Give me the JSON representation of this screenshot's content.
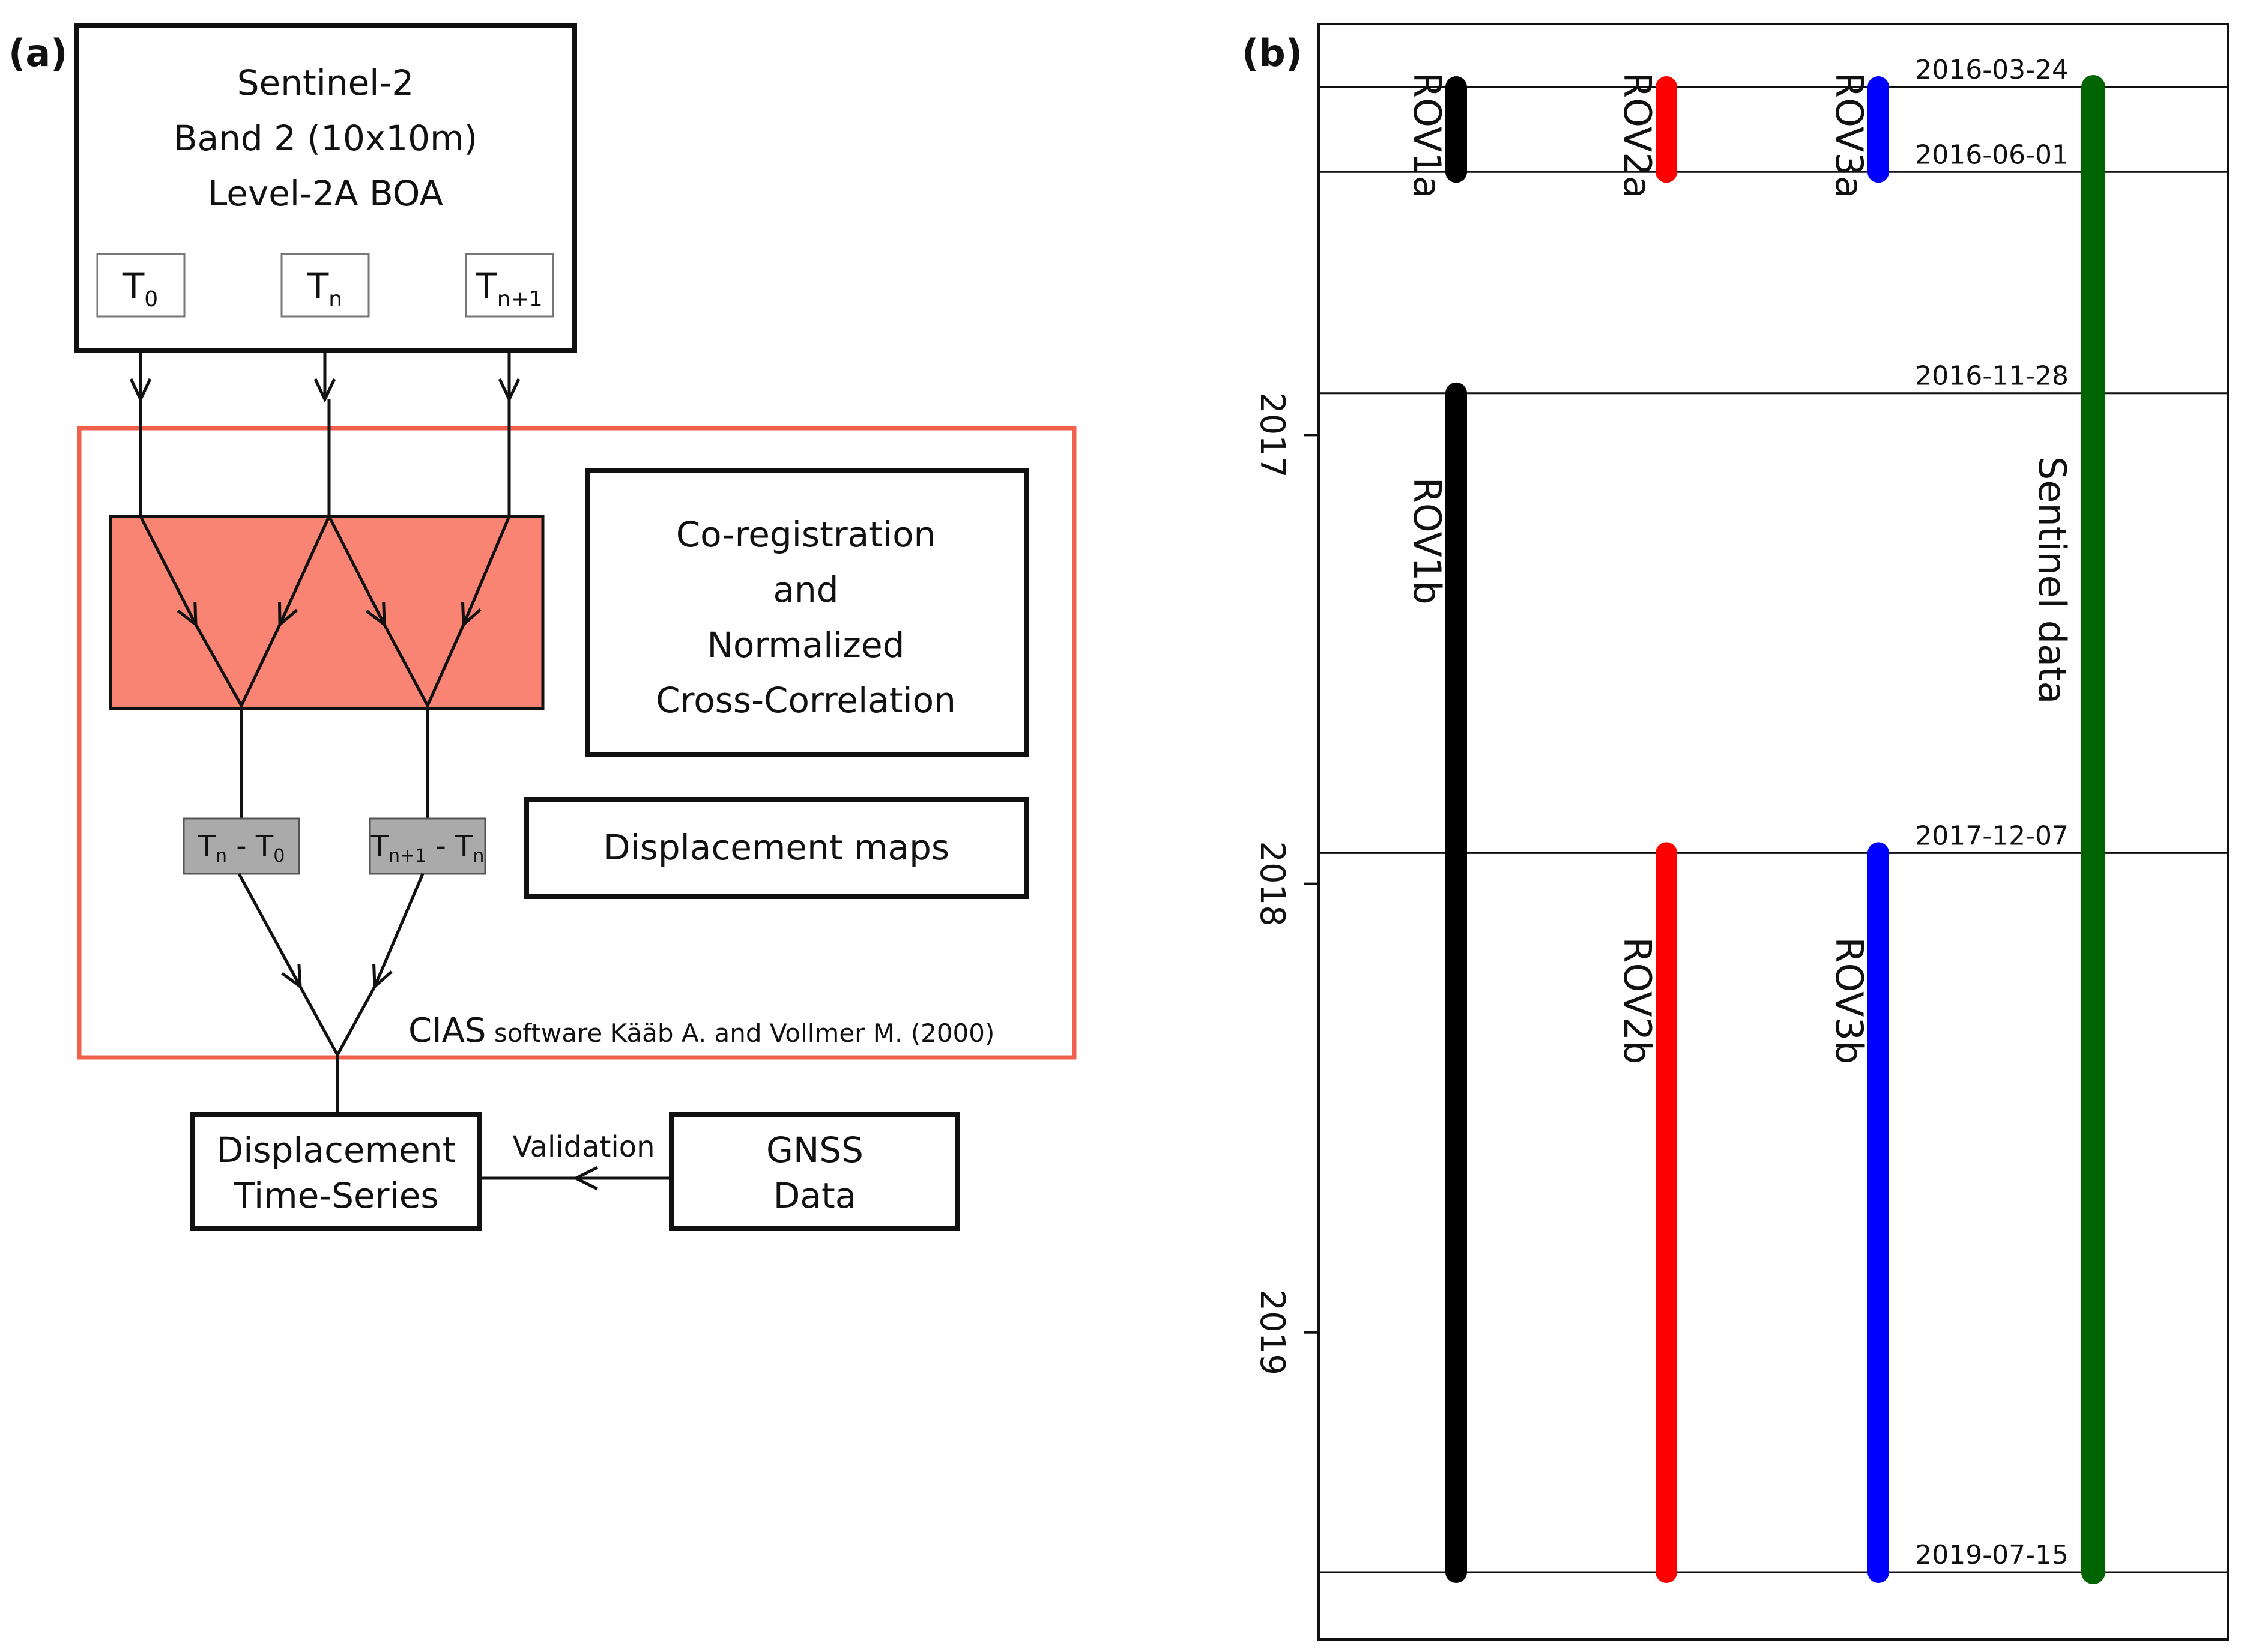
{
  "panel_a": {
    "label": "(a)",
    "source": {
      "lines": [
        "Sentinel-2",
        "Band 2 (10x10m)",
        "Level-2A BOA"
      ],
      "epochs": [
        {
          "base": "T",
          "sub": "0"
        },
        {
          "base": "T",
          "sub": "n"
        },
        {
          "base": "T",
          "sub": "n+1"
        }
      ]
    },
    "process_box": {
      "lines": [
        "Co-registration",
        "and",
        "Normalized",
        "Cross-Correlation"
      ]
    },
    "diff_1": {
      "base1": "T",
      "sub1": "n",
      "sep": " - ",
      "base2": "T",
      "sub2": "0"
    },
    "diff_2": {
      "base1": "T",
      "sub1": "n+1",
      "sep": " - ",
      "base2": "T",
      "sub2": "n"
    },
    "displacement_maps": "Displacement maps",
    "software_credit": {
      "name": "CIAS",
      "rest": " software Kääb A. and Vollmer M. (2000)"
    },
    "time_series": {
      "lines": [
        "Displacement",
        "Time-Series"
      ]
    },
    "validation_label": "Validation",
    "gnss": {
      "lines": [
        "GNSS",
        "Data"
      ]
    },
    "colors": {
      "frame": "#f0604a",
      "fill": "#fa8473",
      "diff_fill": "#aaaaaa"
    }
  },
  "panel_b": {
    "label": "(b)",
    "chart_data": {
      "type": "timeline",
      "y_axis": {
        "ticks": [
          "2017",
          "2018",
          "2019"
        ],
        "range": [
          "2016-02-08",
          "2019-09-01"
        ]
      },
      "reference_dates": [
        "2016-03-24",
        "2016-06-01",
        "2016-11-28",
        "2017-12-07",
        "2019-07-15"
      ],
      "bars": [
        {
          "name": "ROV1a",
          "start": "2016-03-24",
          "end": "2016-06-01",
          "color": "#000000",
          "column": 1
        },
        {
          "name": "ROV2a",
          "start": "2016-03-24",
          "end": "2016-06-01",
          "color": "#ff0000",
          "column": 2
        },
        {
          "name": "ROV3a",
          "start": "2016-03-24",
          "end": "2016-06-01",
          "color": "#0000ff",
          "column": 3
        },
        {
          "name": "ROV1b",
          "start": "2016-11-28",
          "end": "2019-07-15",
          "color": "#000000",
          "column": 1
        },
        {
          "name": "ROV2b",
          "start": "2017-12-07",
          "end": "2019-07-15",
          "color": "#ff0000",
          "column": 2
        },
        {
          "name": "ROV3b",
          "start": "2017-12-07",
          "end": "2019-07-15",
          "color": "#0000ff",
          "column": 3
        },
        {
          "name": "Sentinel data",
          "start": "2016-03-24",
          "end": "2019-07-15",
          "color": "#006400",
          "column": 4
        }
      ]
    }
  }
}
